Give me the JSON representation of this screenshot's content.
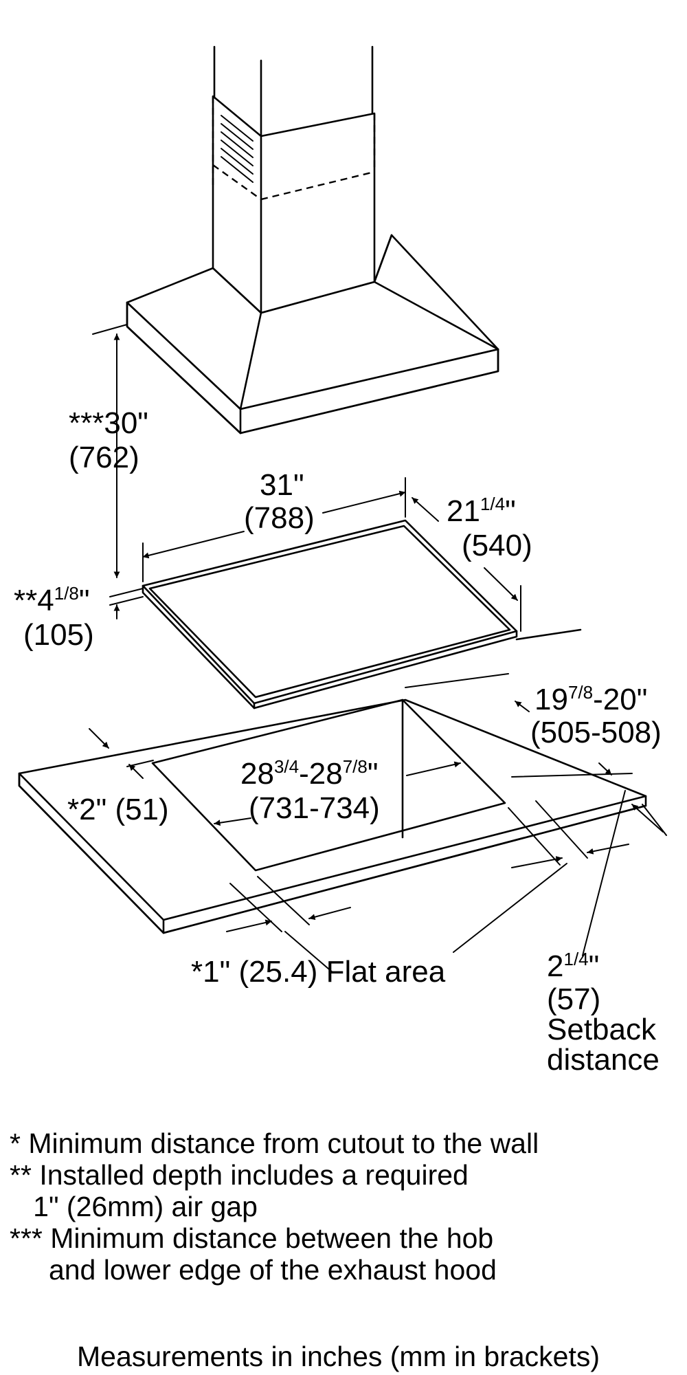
{
  "labels": {
    "hood_height": {
      "l1": "***30\"",
      "l2": "(762)"
    },
    "hob_width": {
      "l1": "31\"",
      "l2": "(788)"
    },
    "hob_depth": {
      "a": "21",
      "b": "1/4",
      "c": "\"",
      "l2": "(540)"
    },
    "installed_depth": {
      "a": "**4",
      "b": "1/8",
      "c": "\"",
      "l2": "(105)"
    },
    "cutout_depth": {
      "a": "19",
      "b": "7/8",
      "c": "-20\"",
      "l2": "(505-508)"
    },
    "cutout_width": {
      "a": "28",
      "b": "3/4",
      "c": "-28",
      "d": "7/8",
      "e": "\"",
      "l2": "(731-734)"
    },
    "wall_distance": "*2\" (51)",
    "flat_area": "*1\" (25.4) Flat area",
    "setback": {
      "a": "2",
      "b": "1/4",
      "c": "\"",
      "l2": "(57)",
      "l3": "Setback",
      "l4": "distance"
    }
  },
  "notes": [
    {
      "mark": "* ",
      "text": "Minimum distance from cutout to the wall"
    },
    {
      "mark": "** ",
      "text": "Installed depth includes a required"
    },
    {
      "mark": "",
      "text": "   1\" (26mm) air gap"
    },
    {
      "mark": "*** ",
      "text": "Minimum distance between the hob"
    },
    {
      "mark": "",
      "text": "     and lower edge of the exhaust hood"
    }
  ],
  "footer": "Measurements in inches (mm in brackets)"
}
